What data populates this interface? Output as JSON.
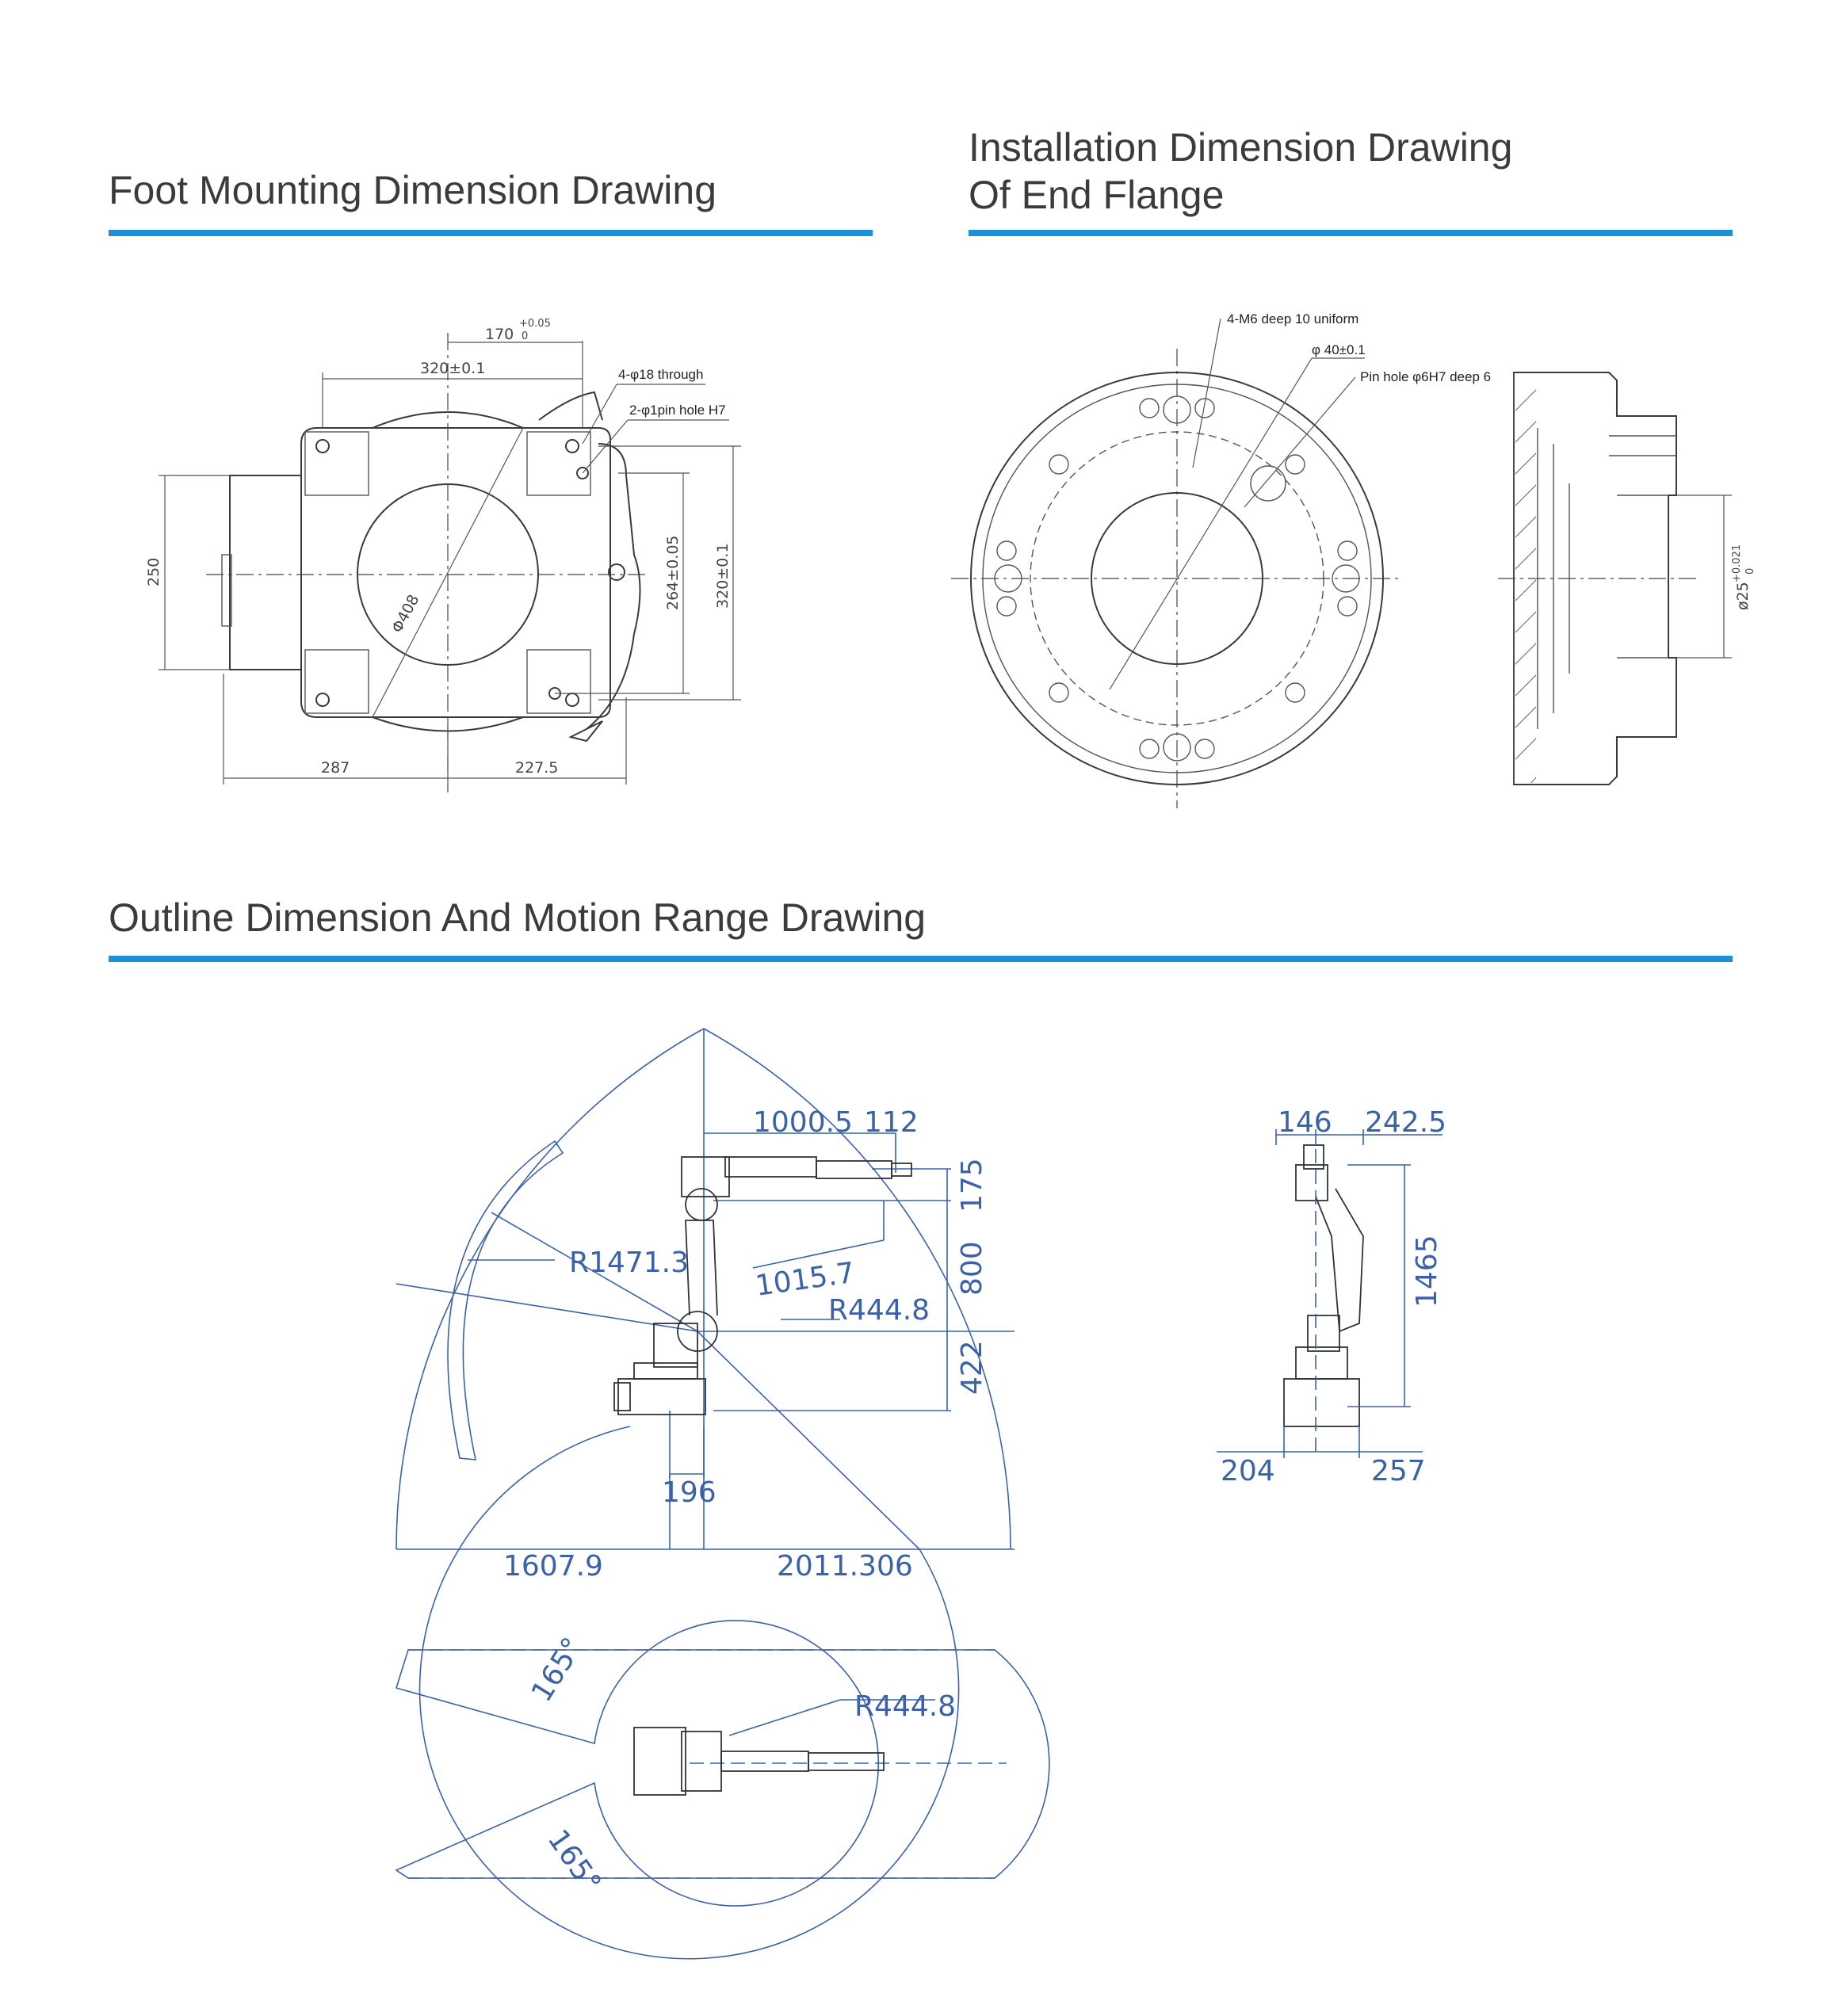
{
  "sections": {
    "foot": {
      "title": "Foot Mounting Dimension Drawing"
    },
    "flange": {
      "title_line1": "Installation Dimension Drawing",
      "title_line2": "Of End Flange"
    },
    "outline": {
      "title": "Outline Dimension And Motion Range Drawing"
    }
  },
  "colors": {
    "accent_rule": "#1d8fd6",
    "drawing_blue": "#3b62a8",
    "title_text": "#3b3b3b"
  },
  "foot_drawing": {
    "dim_170": "170",
    "dim_170_tol_upper": "+0.05",
    "dim_170_tol_lower": "0",
    "dim_320_top": "320±0.1",
    "note_holes": "4-φ18 through",
    "note_pin": "2-φ1pin hole H7",
    "dim_250": "250",
    "dim_264": "264±0.05",
    "dim_320_right": "320±0.1",
    "dim_phi408": "Φ408",
    "dim_287": "287",
    "dim_227": "227.5"
  },
  "flange_drawing": {
    "note_m6": "4-M6 deep 10 uniform",
    "note_phi40": "φ 40±0.1",
    "note_pin": "Pin hole φ6H7 deep 6",
    "dim_phi25": "ø25",
    "dim_phi25_tol_upper": "+0.021",
    "dim_phi25_tol_lower": "0"
  },
  "outline_drawing": {
    "dim_1000_5": "1000.5",
    "dim_112": "112",
    "dim_175": "175",
    "dim_r1471": "R1471.3",
    "dim_1015": "1015.7",
    "dim_800": "800",
    "dim_r444": "R444.8",
    "dim_422": "422",
    "dim_196": "196",
    "dim_1607": "1607.9",
    "dim_2011": "2011.306",
    "dim_146": "146",
    "dim_242": "242.5",
    "dim_1465": "1465",
    "dim_204": "204",
    "dim_257": "257",
    "angle_top": "165°",
    "angle_bottom": "165°",
    "dim_r444_top": "R444.8"
  }
}
